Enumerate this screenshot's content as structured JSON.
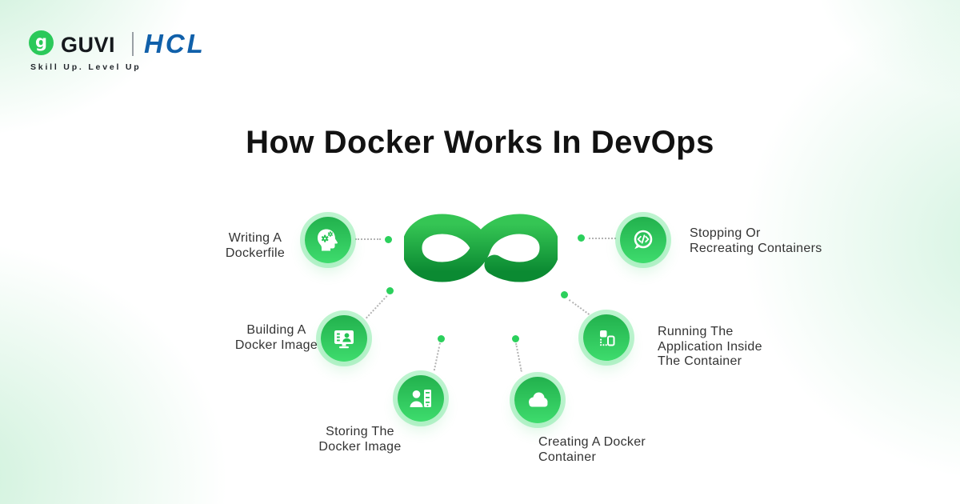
{
  "brand": {
    "logo_letter": "g",
    "guvi": "GUVI",
    "hcl": "HCL",
    "tagline": "Skill Up. Level Up"
  },
  "title": "How Docker Works In DevOps",
  "center": {
    "icon": "devops-infinity-icon"
  },
  "nodes": [
    {
      "id": "writing-dockerfile",
      "label": "Writing A\nDockerfile",
      "icon": "head-gears-icon"
    },
    {
      "id": "stopping-recreating",
      "label": "Stopping Or\nRecreating Containers",
      "icon": "code-bubble-icon"
    },
    {
      "id": "building-image",
      "label": "Building A\nDocker Image",
      "icon": "monitor-user-icon"
    },
    {
      "id": "running-application",
      "label": "Running The\nApplication Inside\nThe Container",
      "icon": "containers-icon"
    },
    {
      "id": "storing-image",
      "label": "Storing The\nDocker Image",
      "icon": "user-server-icon"
    },
    {
      "id": "creating-container",
      "label": "Creating A Docker\nContainer",
      "icon": "cloud-icon"
    }
  ],
  "colors": {
    "accent_green": "#2bd05c",
    "circle_gradient_top": "#22b14d",
    "circle_gradient_bottom": "#3edc6d",
    "infinity_top": "#35c554",
    "infinity_bottom": "#0b8a32",
    "hcl_blue": "#1060aa",
    "connector_gray": "#b3b3b3"
  }
}
